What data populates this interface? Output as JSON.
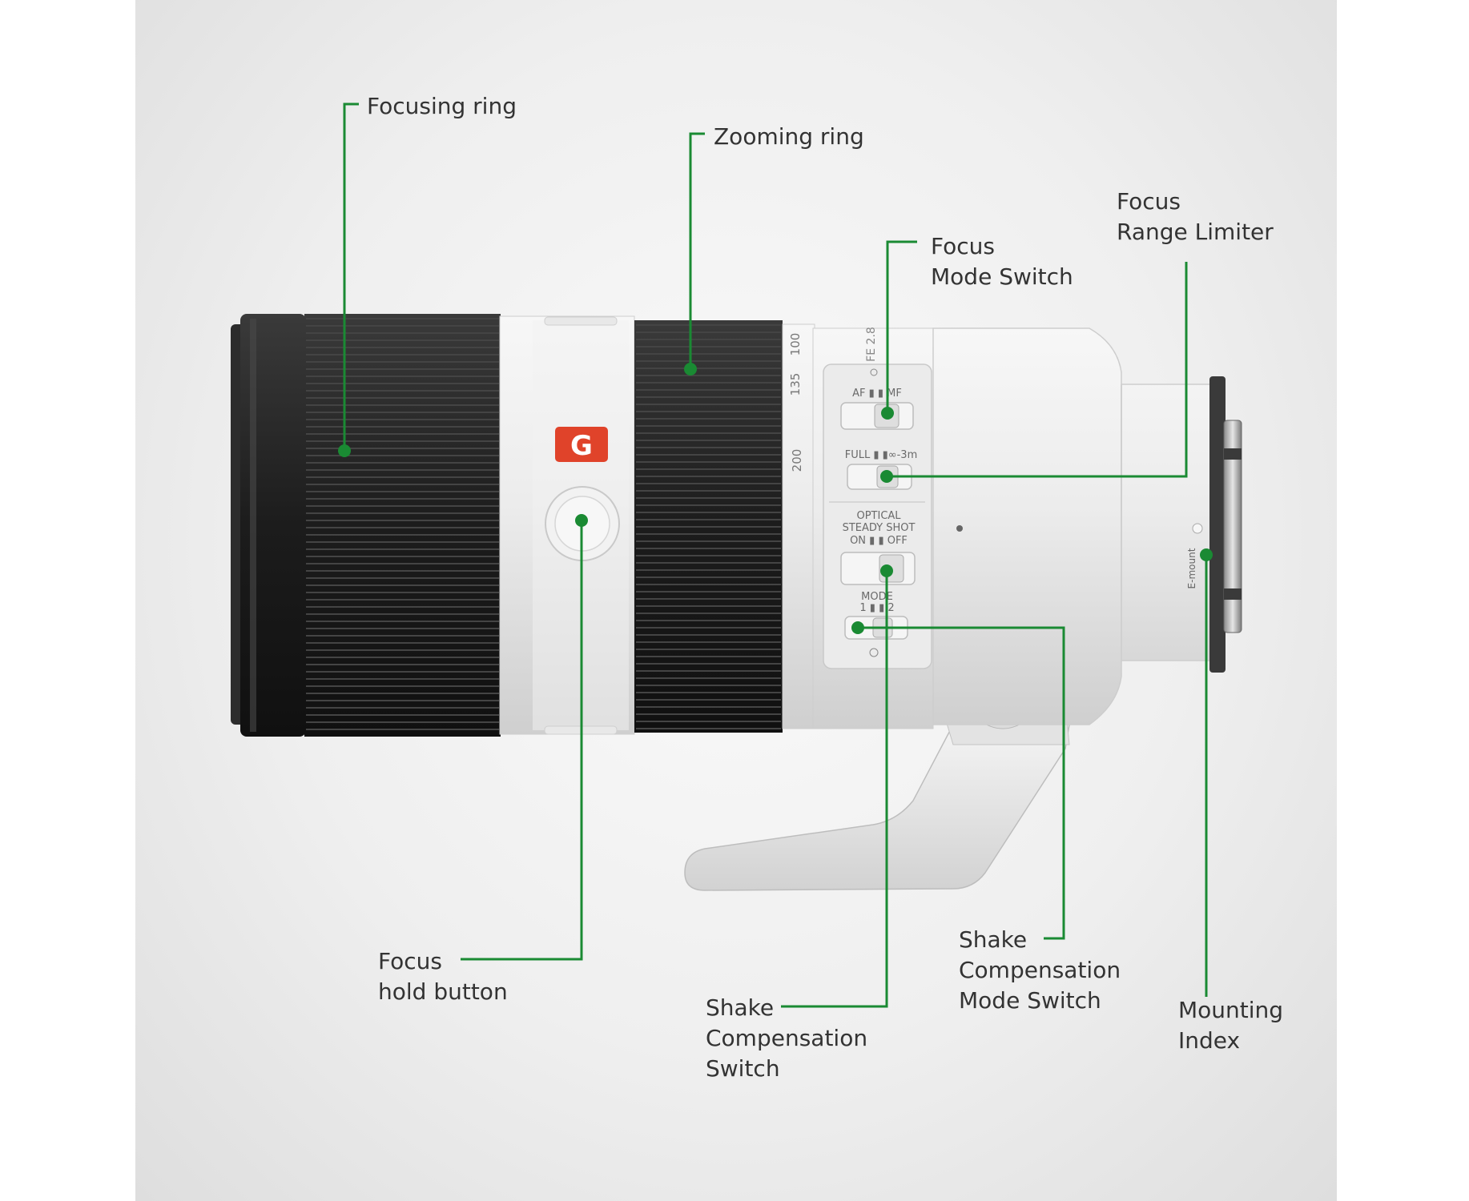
{
  "colors": {
    "leader": "#1a8a33",
    "lens_white": "#ececec",
    "lens_ring": "#1f1f1f",
    "g_badge": "#e0432a",
    "label_text": "#333333"
  },
  "lens": {
    "badge_letter": "G",
    "focal_marks": [
      "100",
      "135",
      "200"
    ],
    "model_text": "FE 2.8",
    "switches": {
      "focus_mode": "AF ▮ ▮ MF",
      "range_limiter": "FULL ▮ ▮∞-3m",
      "oss_line1": "OPTICAL",
      "oss_line2": "STEADY SHOT",
      "oss_line3": "ON ▮ ▮ OFF",
      "mode_line1": "MODE",
      "mode_line2": "1 ▮ ▮ 2"
    },
    "mount_text": "E-mount"
  },
  "labels": {
    "focusing_ring": [
      "Focusing ring"
    ],
    "zooming_ring": [
      "Zooming ring"
    ],
    "focus_mode_switch": [
      "Focus",
      "Mode Switch"
    ],
    "focus_range_limiter": [
      "Focus",
      "Range Limiter"
    ],
    "focus_hold_button": [
      "Focus",
      "hold button"
    ],
    "shake_compensation_switch": [
      "Shake",
      "Compensation",
      "Switch"
    ],
    "shake_compensation_mode_switch": [
      "Shake",
      "Compensation",
      "Mode Switch"
    ],
    "mounting_index": [
      "Mounting",
      "Index"
    ]
  }
}
